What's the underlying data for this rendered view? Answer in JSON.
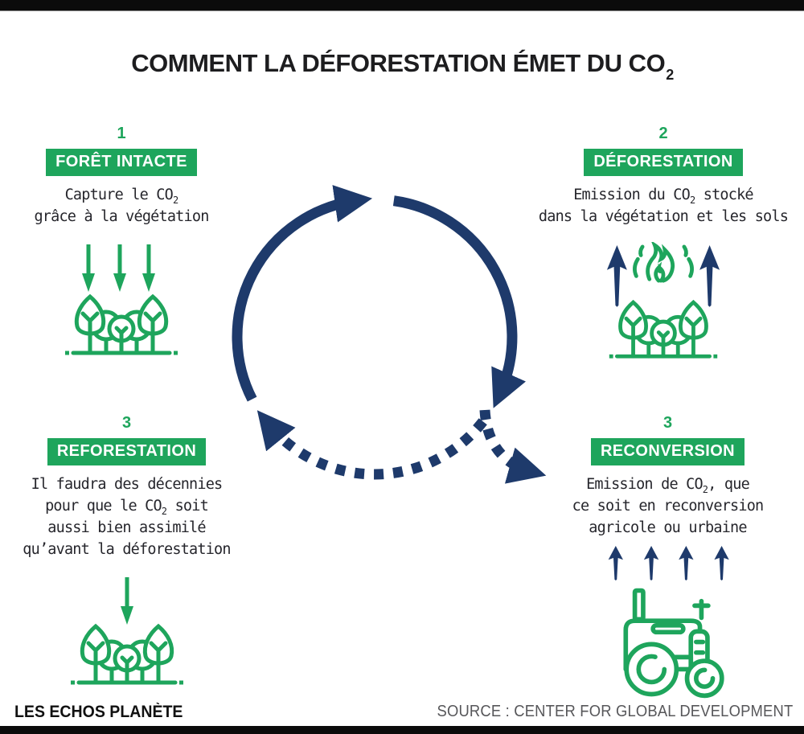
{
  "title": {
    "pre": "COMMENT LA DÉFORESTATION ÉMET DU CO",
    "sub": "2"
  },
  "colors": {
    "green": "#1ea55c",
    "navy": "#1e3a6b",
    "text": "#26262c",
    "bar": "#0b0b0b"
  },
  "cycle": {
    "solid_direction": "clockwise-top",
    "dashed_direction": "bottom-return",
    "branch": "exit-to-reconversion"
  },
  "quadrants": [
    {
      "number": "1",
      "label": "FORÊT INTACTE",
      "icon": "forest-absorb-icon",
      "lines": [
        {
          "pre": "Capture le CO",
          "sub": "2",
          "post": ""
        },
        {
          "pre": "grâce à la végétation",
          "sub": "",
          "post": ""
        }
      ]
    },
    {
      "number": "2",
      "label": "DÉFORESTATION",
      "icon": "forest-burning-icon",
      "lines": [
        {
          "pre": "Emission du CO",
          "sub": "2",
          "post": " stocké"
        },
        {
          "pre": "dans la végétation et les sols",
          "sub": "",
          "post": ""
        }
      ]
    },
    {
      "number": "3",
      "label": "REFORESTATION",
      "icon": "forest-regrow-icon",
      "lines": [
        {
          "pre": "Il faudra des décennies",
          "sub": "",
          "post": ""
        },
        {
          "pre": "pour que le CO",
          "sub": "2",
          "post": " soit"
        },
        {
          "pre": "aussi bien assimilé",
          "sub": "",
          "post": ""
        },
        {
          "pre": "qu’avant la déforestation",
          "sub": "",
          "post": ""
        }
      ]
    },
    {
      "number": "3",
      "label": "RECONVERSION",
      "icon": "tractor-icon",
      "lines": [
        {
          "pre": "Emission de CO",
          "sub": "2",
          "post": ", que"
        },
        {
          "pre": "ce soit en reconversion",
          "sub": "",
          "post": ""
        },
        {
          "pre": "agricole ou urbaine",
          "sub": "",
          "post": ""
        }
      ]
    }
  ],
  "footer": {
    "brand": "LES ECHOS PLANÈTE",
    "source": "SOURCE : CENTER FOR GLOBAL DEVELOPMENT"
  }
}
